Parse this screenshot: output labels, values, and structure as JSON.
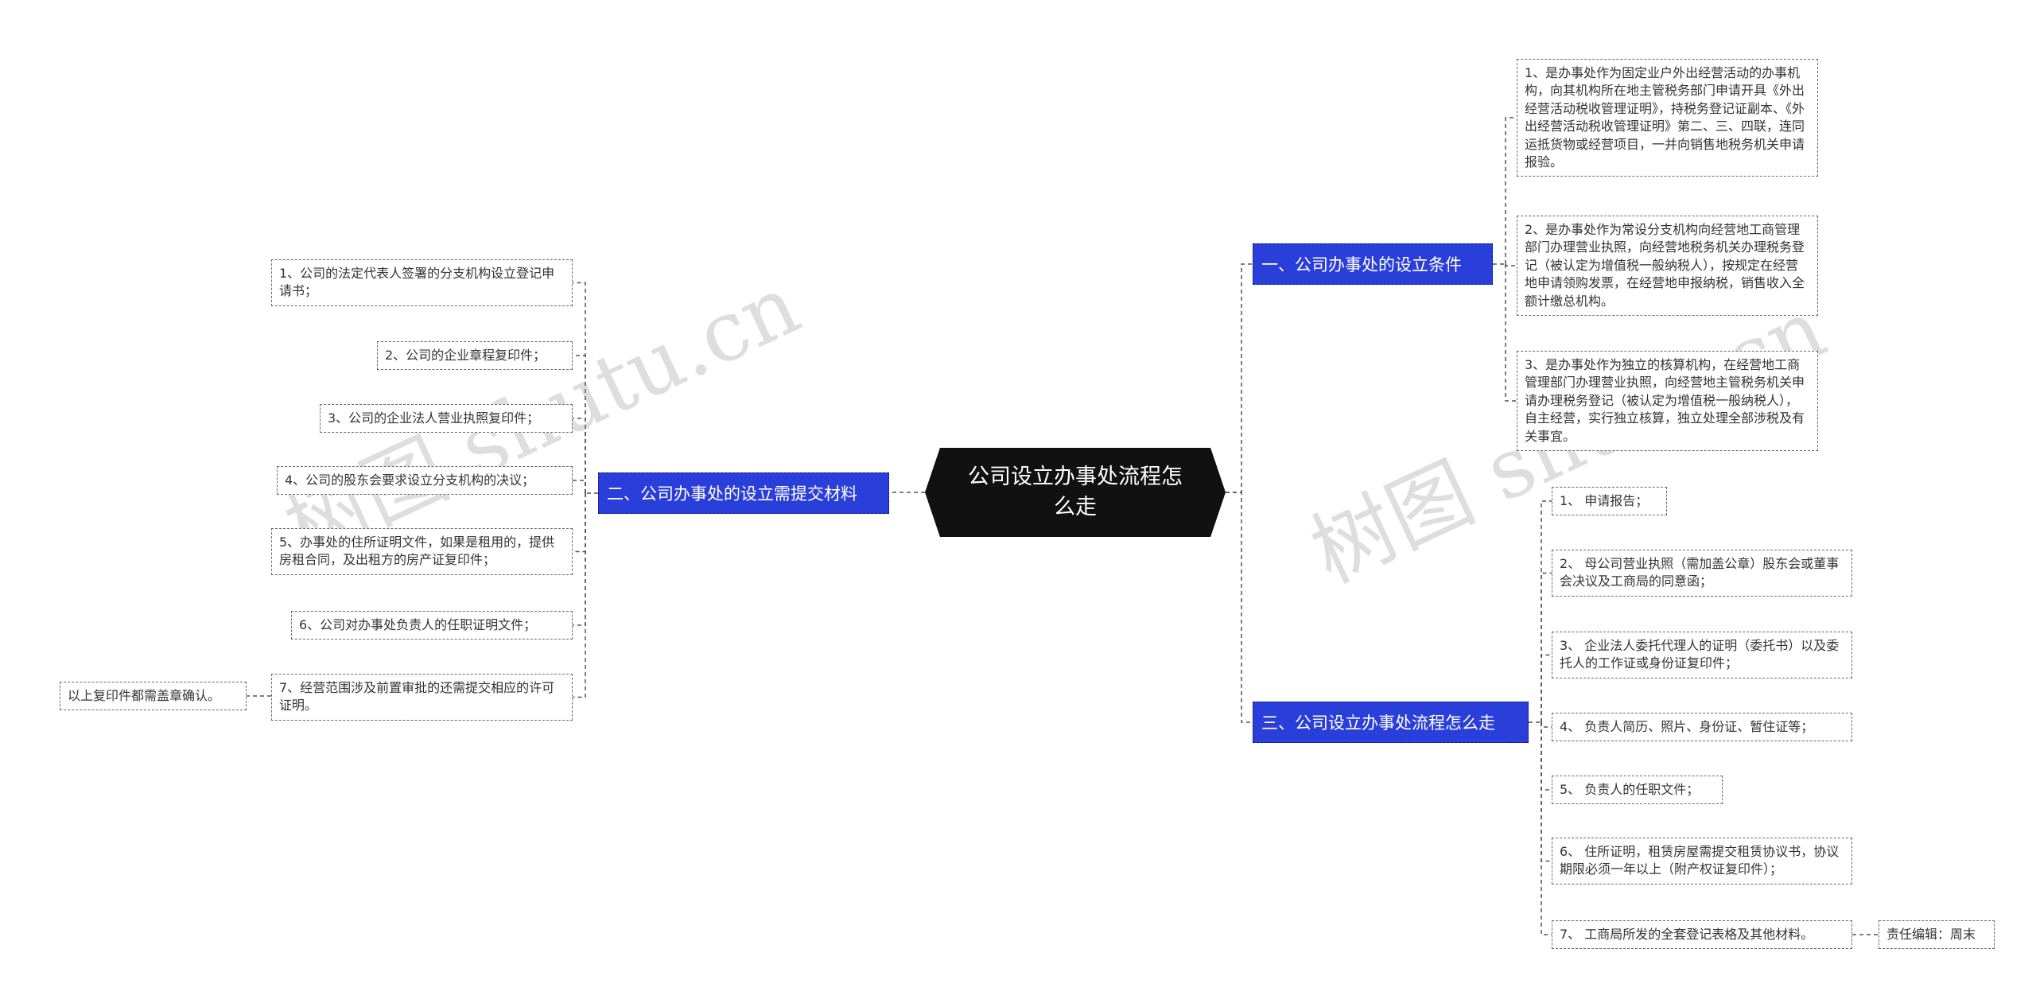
{
  "watermark": "树图 shutu.cn",
  "root": "公司设立办事处流程怎么走",
  "branches": {
    "b1": {
      "label": "一、公司办事处的设立条件",
      "items": [
        "1、是办事处作为固定业户外出经营活动的办事机构，向其机构所在地主管税务部门申请开具《外出经营活动税收管理证明》，持税务登记证副本、《外出经营活动税收管理证明》第二、三、四联，连同运抵货物或经营项目，一并向销售地税务机关申请报验。",
        "2、是办事处作为常设分支机构向经营地工商管理部门办理营业执照，向经营地税务机关办理税务登记（被认定为增值税一般纳税人），按规定在经营地申请领购发票，在经营地申报纳税，销售收入全额计缴总机构。",
        "3、是办事处作为独立的核算机构，在经营地工商管理部门办理营业执照，向经营地主管税务机关申请办理税务登记（被认定为增值税一般纳税人），自主经营，实行独立核算，独立处理全部涉税及有关事宜。"
      ]
    },
    "b2": {
      "label": "二、公司办事处的设立需提交材料",
      "items": [
        "1、公司的法定代表人签署的分支机构设立登记申请书；",
        "2、公司的企业章程复印件；",
        "3、公司的企业法人营业执照复印件；",
        "4、公司的股东会要求设立分支机构的决议；",
        "5、办事处的住所证明文件，如果是租用的，提供房租合同，及出租方的房产证复印件；",
        "6、公司对办事处负责人的任职证明文件；",
        "7、经营范围涉及前置审批的还需提交相应的许可证明。"
      ],
      "note": "以上复印件都需盖章确认。"
    },
    "b3": {
      "label": "三、公司设立办事处流程怎么走",
      "items": [
        "1、 申请报告；",
        "2、 母公司营业执照（需加盖公章）股东会或董事会决议及工商局的同意函；",
        "3、 企业法人委托代理人的证明（委托书）以及委托人的工作证或身份证复印件；",
        "4、 负责人简历、照片、身份证、暂住证等；",
        "5、 负责人的任职文件；",
        "6、 住所证明，租赁房屋需提交租赁协议书，协议期限必须一年以上（附产权证复印件）；",
        "7、 工商局所发的全套登记表格及其他材料。"
      ],
      "note": "责任编辑：周末"
    }
  }
}
